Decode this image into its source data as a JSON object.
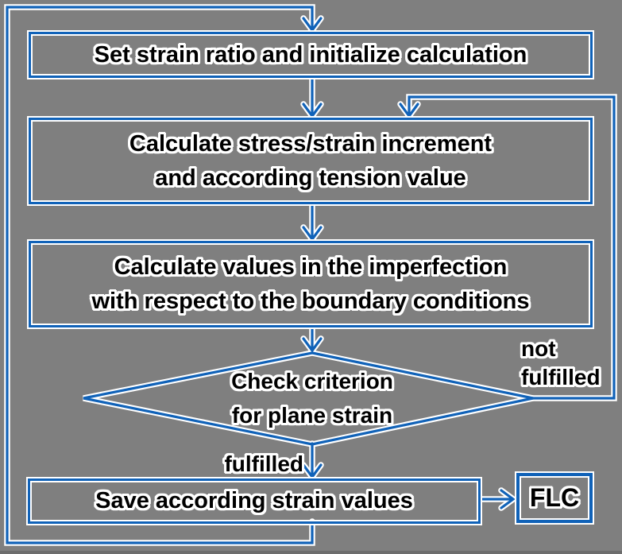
{
  "diagram": {
    "background_color": "#7f7f7f",
    "accent_color": "#1062b8",
    "outline_color": "#ffffff",
    "text_color": "#000000",
    "bottom_edge_color": "#6d6d6d"
  },
  "nodes": {
    "set_strain": {
      "type": "process",
      "label": "Set strain ratio and initialize calculation"
    },
    "calc_increment": {
      "type": "process",
      "lines": [
        "Calculate stress/strain increment",
        "and according tension value"
      ]
    },
    "calc_imperfection": {
      "type": "process",
      "lines": [
        "Calculate values in the imperfection",
        "with respect to the boundary conditions"
      ]
    },
    "check_criterion": {
      "type": "decision",
      "lines": [
        "Check criterion",
        "for plane strain"
      ]
    },
    "save_values": {
      "type": "process",
      "label": "Save according strain values"
    },
    "flc": {
      "type": "output",
      "label": "FLC"
    }
  },
  "edge_labels": {
    "not_fulfilled": {
      "lines": [
        "not",
        "fulfilled"
      ]
    },
    "fulfilled": {
      "label": "fulfilled"
    }
  }
}
